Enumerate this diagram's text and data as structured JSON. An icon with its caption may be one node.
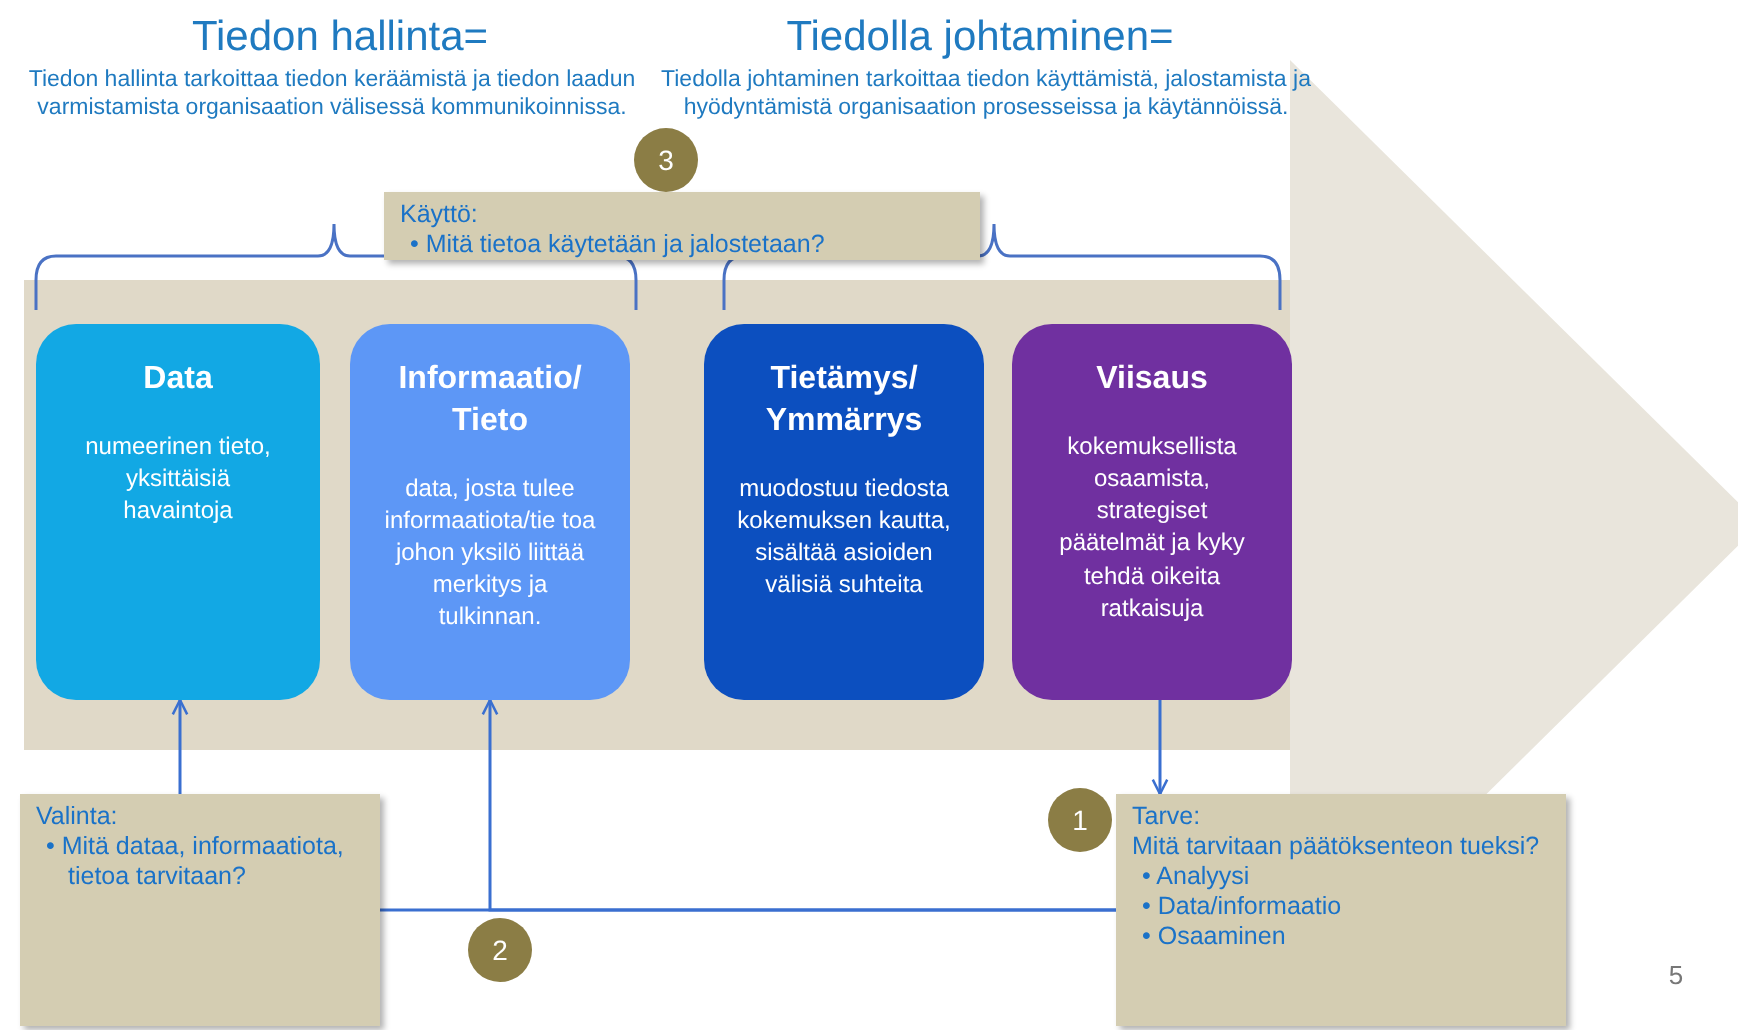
{
  "diagram": {
    "nodes": [
      {
        "text": [
          "Data",
          "numeerinen tieto, yksittäisiä havaintoja"
        ]
      },
      {
        "text": [
          "Informaatio/ Tieto",
          "data, josta tulee informaatiota/tie toa johon yksilö liittää merkitys ja tulkinnan."
        ]
      },
      {
        "text": [
          "Tietämys/ Ymmärrys",
          "muodostuu tiedosta kokemuksen kautta, sisältää asioiden välisiä suhteita"
        ]
      },
      {
        "text": [
          "Viisaus",
          "kokemuksellista osaamista, strategiset päätelmät ja kyky tehdä oikeita ratkaisuja"
        ]
      },
      {
        "text": [
          "Käyttö:",
          "• Mitä tietoa käytetään ja jalostetaan?"
        ]
      },
      {
        "text": [
          "Valinta:",
          "• Mitä dataa, informaatiota, tietoa tarvitaan?"
        ]
      },
      {
        "text": [
          "Tarve:",
          "Mitä tarvitaan päätöksenteon tueksi?",
          "• Analyysi",
          "• Data/informaatio",
          "• Osaaminen"
        ]
      },
      {
        "text": [
          "3"
        ]
      },
      {
        "text": [
          "2"
        ]
      },
      {
        "text": [
          "1"
        ]
      }
    ],
    "edges": [
      {
        "from": 3,
        "to": 6,
        "arrow": "to"
      },
      {
        "from": 6,
        "to": 5,
        "arrow": "none"
      },
      {
        "from": 6,
        "to": 1,
        "arrow": "to"
      },
      {
        "from": 5,
        "to": 0,
        "arrow": "to"
      }
    ],
    "labels": [
      "Tiedon hallinta=",
      "Tiedon hallinta tarkoittaa tiedon keräämistä ja tiedon laadun varmistamista organisaation välisessä kommunikoinnissa.",
      "Tiedolla johtaminen=",
      "Tiedolla johtaminen tarkoittaa tiedon käyttämistä, jalostamista ja hyödyntämistä organisaation prosesseissa ja käytännöissä.",
      "5"
    ]
  }
}
